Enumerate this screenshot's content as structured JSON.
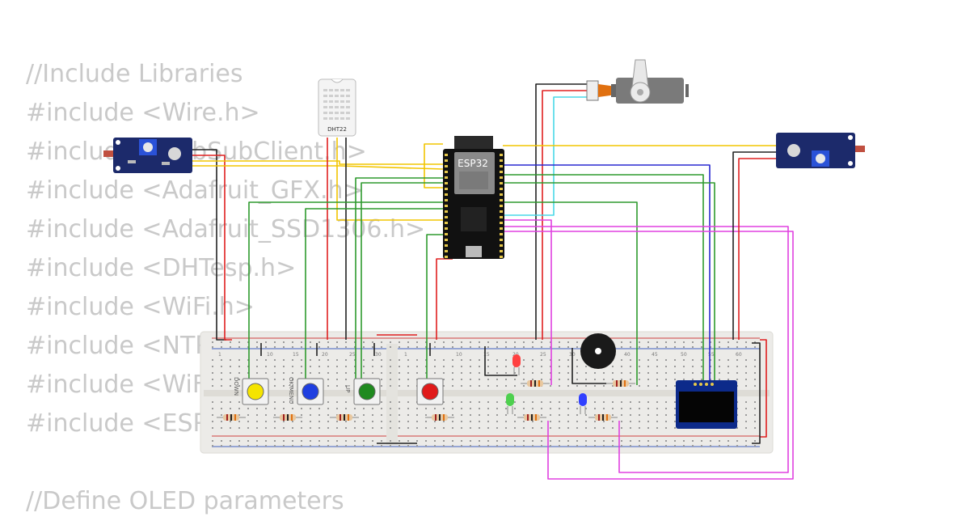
{
  "code": {
    "lines": [
      "//Include Libraries",
      "#include <Wire.h>",
      "#include <PubSubClient.h>",
      "#include <Adafruit_GFX.h>",
      "#include <Adafruit_SSD1306.h>",
      "#include <DHTesp.h>",
      "#include <WiFi.h>",
      "#include <NTPClient.h>",
      "#include <WiFiUdp.h>",
      "#include <ESP32Servo.h>"
    ],
    "last_line": "//Define OLED parameters"
  },
  "components": {
    "mcu_label": "ESP32",
    "dht_label": "DHT22",
    "button_labels": [
      "DOWN",
      "OK/MENU",
      "UP"
    ],
    "breadboard_numbers": [
      "1",
      "10",
      "15",
      "20",
      "25",
      "30",
      "1",
      "10",
      "15",
      "20",
      "25",
      "30",
      "35",
      "40",
      "45",
      "50",
      "55",
      "60"
    ]
  },
  "colors": {
    "background": "#ffffff",
    "code_text": "#c9c9c9",
    "wire_red": "#e02020",
    "wire_black": "#222222",
    "wire_green": "#2e9a2e",
    "wire_yellow": "#f2c500",
    "wire_magenta": "#e040e0",
    "wire_cyan": "#4ad8e8",
    "wire_blue": "#2a2ad0",
    "breadboard": "#ecebe8",
    "sensor_board": "#1c2a6b",
    "button_yellow": "#f5e400",
    "button_blue": "#1f3fe0",
    "button_green": "#1f8a1f",
    "button_red": "#e01a1a"
  }
}
